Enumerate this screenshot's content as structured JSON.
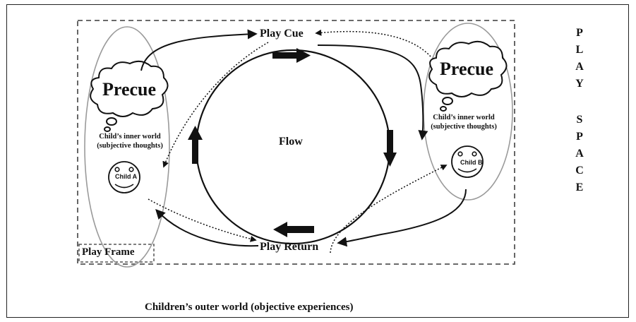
{
  "labels": {
    "play_cue": "Play Cue",
    "play_return": "Play Return",
    "flow": "Flow",
    "play_frame": "Play Frame",
    "outer_world": "Children’s outer world (objective experiences)",
    "play_space_letters": [
      "P",
      "L",
      "A",
      "Y",
      "S",
      "P",
      "A",
      "C",
      "E"
    ]
  },
  "child_a": {
    "precue": "Precue",
    "inner_world_line1": "Child’s inner world",
    "inner_world_line2": "(subjective thoughts)",
    "name": "Child A"
  },
  "child_b": {
    "precue": "Precue",
    "inner_world_line1": "Child’s inner world",
    "inner_world_line2": "(subjective thoughts)",
    "name": "Child B"
  },
  "colors": {
    "ink": "#111111",
    "ellipse_stroke": "#9a9a9a",
    "frame_dash": "#555555"
  }
}
